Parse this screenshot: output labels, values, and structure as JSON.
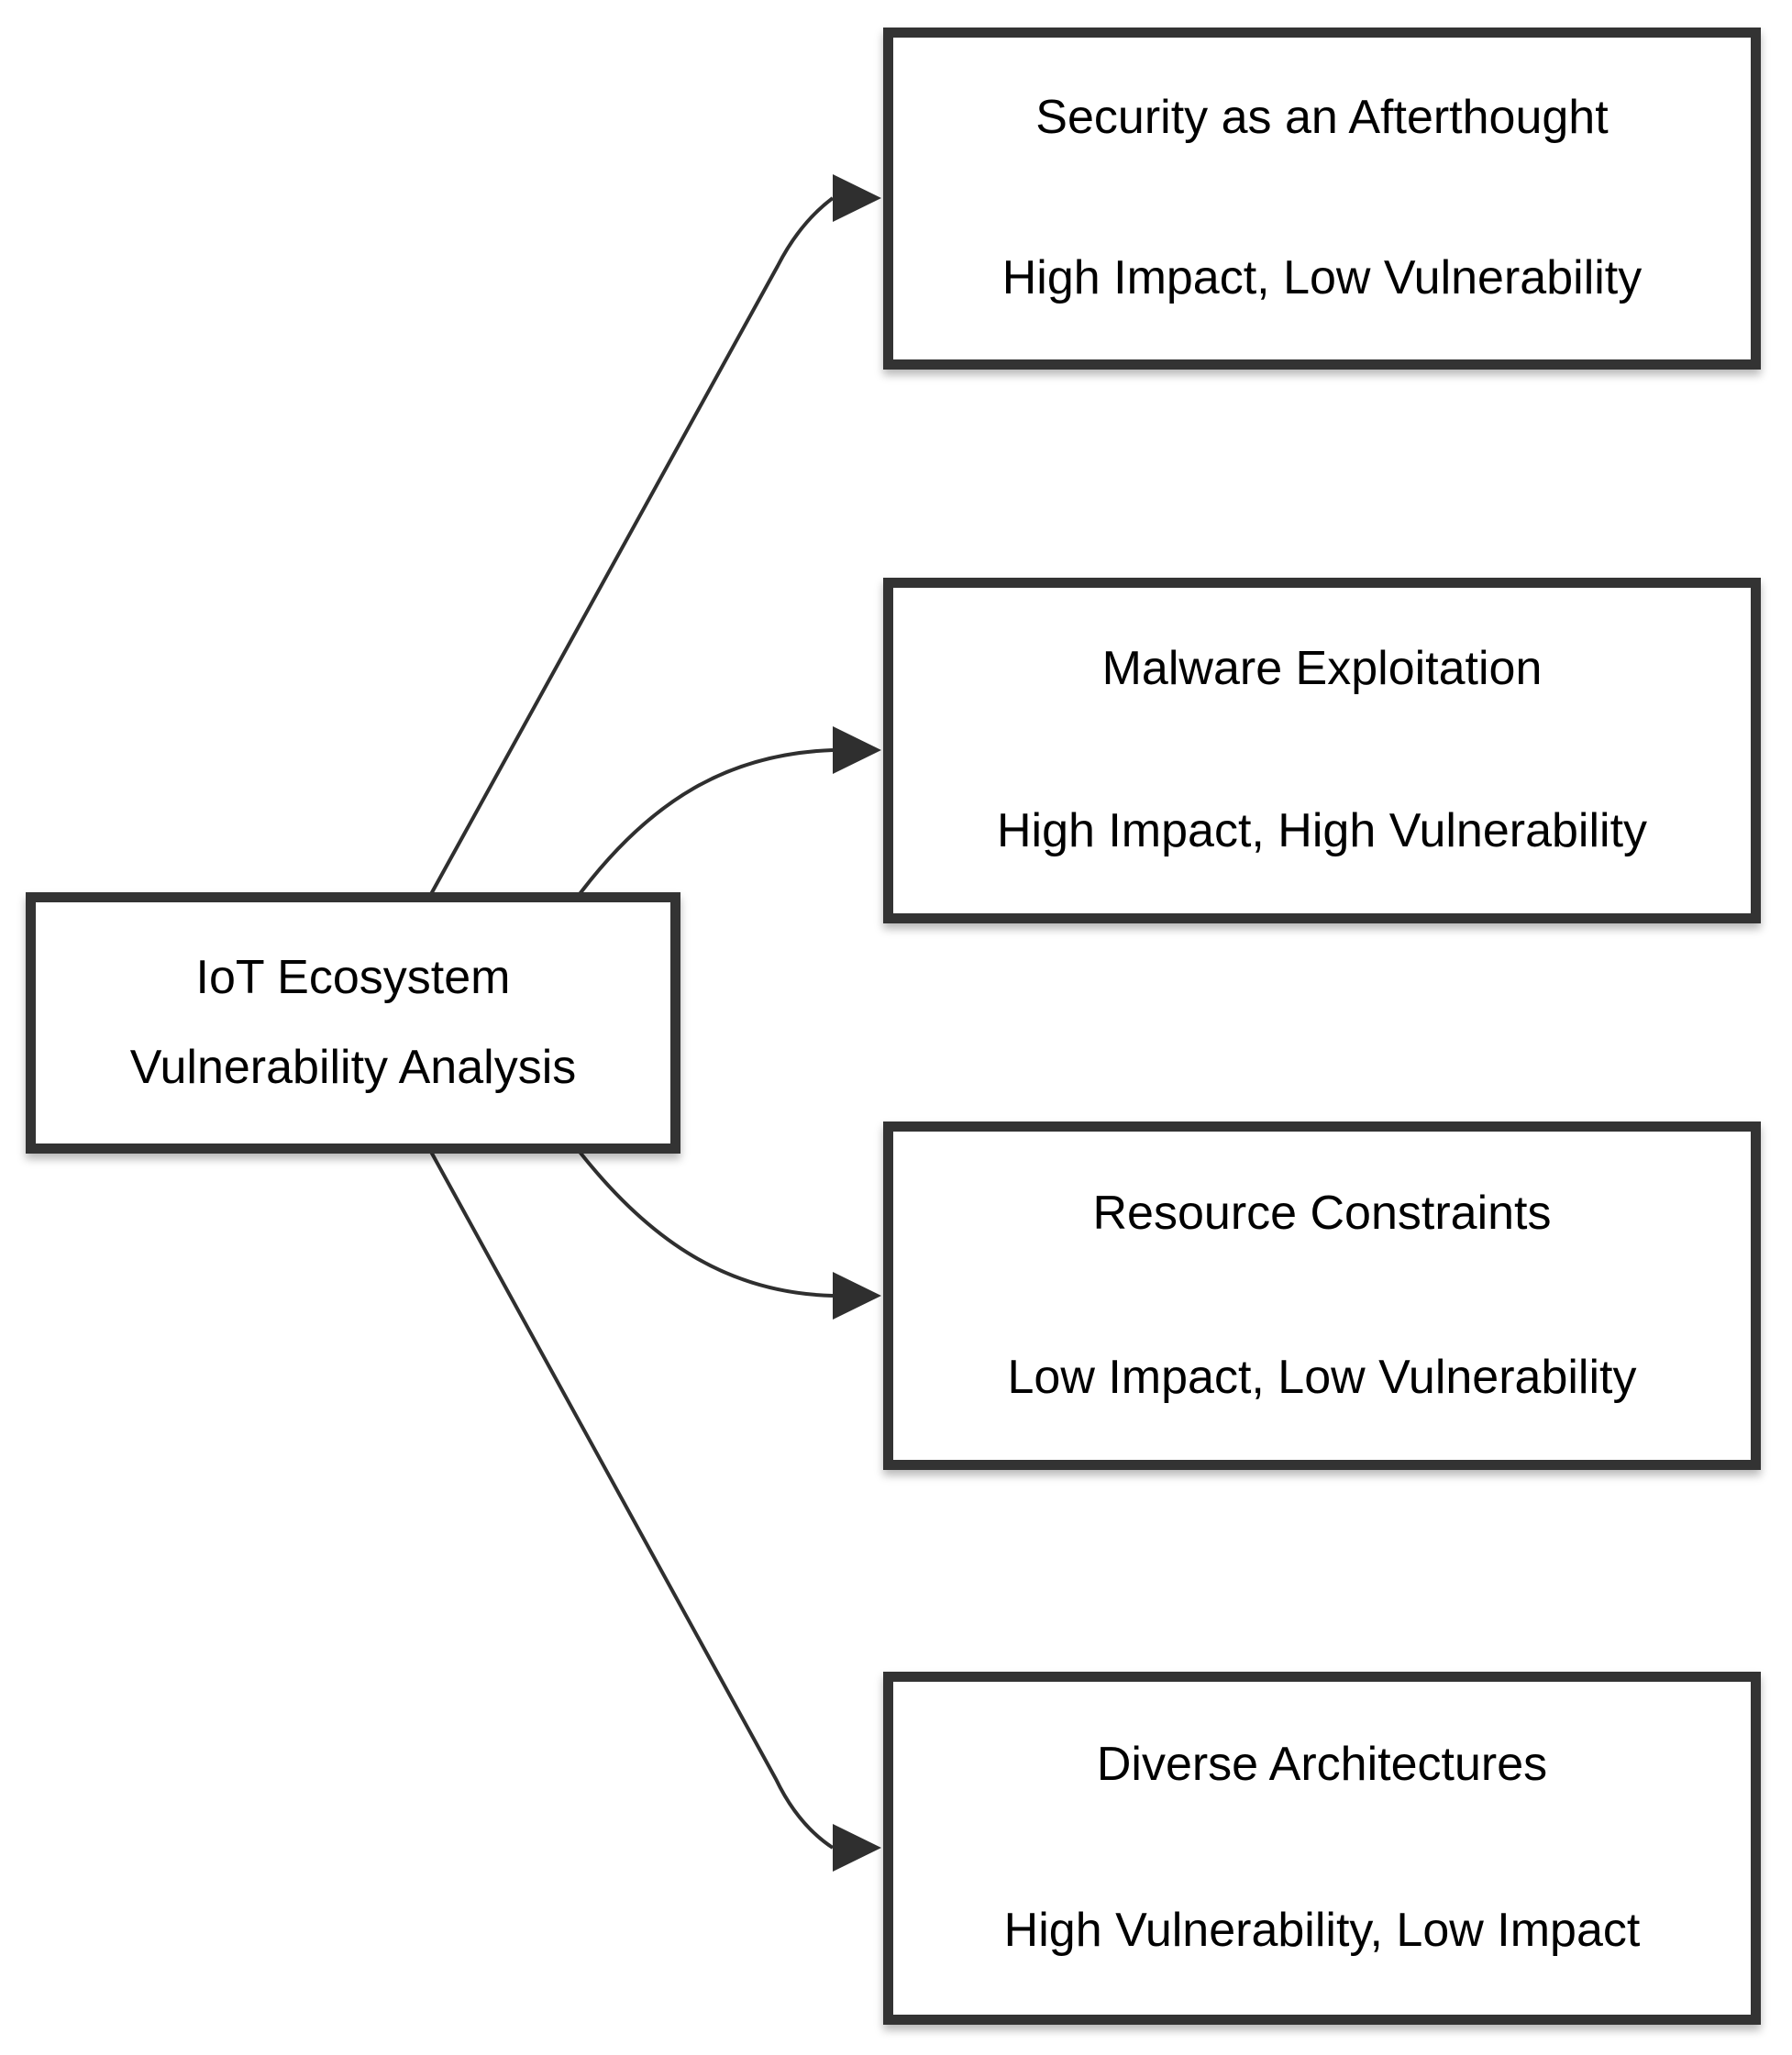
{
  "diagram": {
    "center_node": {
      "line1": "IoT Ecosystem",
      "line2": "Vulnerability Analysis"
    },
    "nodes": [
      {
        "title": "Security as an Afterthought",
        "subtitle": "High Impact, Low Vulnerability"
      },
      {
        "title": "Malware Exploitation",
        "subtitle": "High Impact, High Vulnerability"
      },
      {
        "title": "Resource Constraints",
        "subtitle": "Low Impact, Low Vulnerability"
      },
      {
        "title": "Diverse Architectures",
        "subtitle": "High Vulnerability, Low Impact"
      }
    ],
    "colors": {
      "node_border": "#333333",
      "node_fill": "#ffffff",
      "connector": "#2f2f2f",
      "text": "#000000",
      "background": "#ffffff"
    }
  }
}
